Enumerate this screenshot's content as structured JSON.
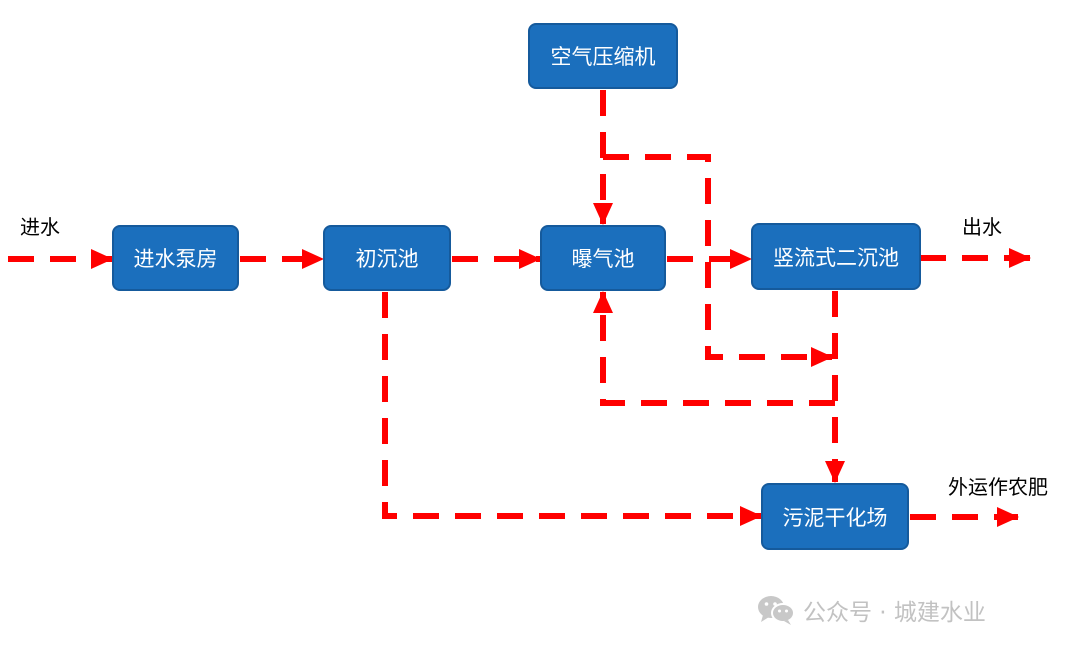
{
  "colors": {
    "box_fill": "#1b6fbd",
    "flow_line": "#ff0000",
    "watermark": "#c2c2c2"
  },
  "boxes": {
    "inlet_pump": "进水泵房",
    "primary": "初沉池",
    "aeration": "曝气池",
    "secondary": "竖流式二沉池",
    "compressor": "空气压缩机",
    "sludge": "污泥干化场"
  },
  "labels": {
    "inflow": "进水",
    "outflow": "出水",
    "fertilizer": "外运作农肥"
  },
  "watermark": {
    "icon": "wechat-icon",
    "text": "公众号 · 城建水业"
  }
}
